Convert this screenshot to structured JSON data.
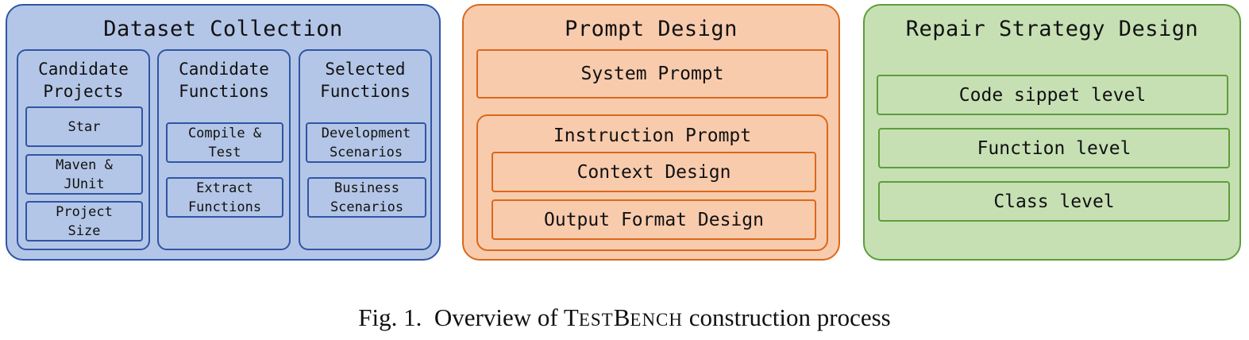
{
  "dataset": {
    "title": "Dataset Collection",
    "columns": [
      {
        "title": "Candidate\nProjects",
        "items": [
          "Star",
          "Maven &\nJUnit",
          "Project\nSize"
        ]
      },
      {
        "title": "Candidate\nFunctions",
        "items": [
          "Compile &\nTest",
          "Extract\nFunctions"
        ]
      },
      {
        "title": "Selected\nFunctions",
        "items": [
          "Development\nScenarios",
          "Business\nScenarios"
        ]
      }
    ]
  },
  "prompt": {
    "title": "Prompt Design",
    "system": "System Prompt",
    "instruction": {
      "title": "Instruction Prompt",
      "items": [
        "Context Design",
        "Output Format Design"
      ]
    }
  },
  "repair": {
    "title": "Repair Strategy Design",
    "items": [
      "Code sippet level",
      "Function level",
      "Class level"
    ]
  },
  "caption": {
    "prefix": "Fig. 1.  Overview of ",
    "name_T": "T",
    "name_est": "EST",
    "name_B": "B",
    "name_ench": "ENCH",
    "suffix": " construction process"
  },
  "colors": {
    "dataset_fill": "#b4c6e7",
    "dataset_border": "#2f55a4",
    "prompt_fill": "#f8cbad",
    "prompt_border": "#d9691c",
    "repair_fill": "#c6e0b4",
    "repair_border": "#5c9e3a"
  }
}
